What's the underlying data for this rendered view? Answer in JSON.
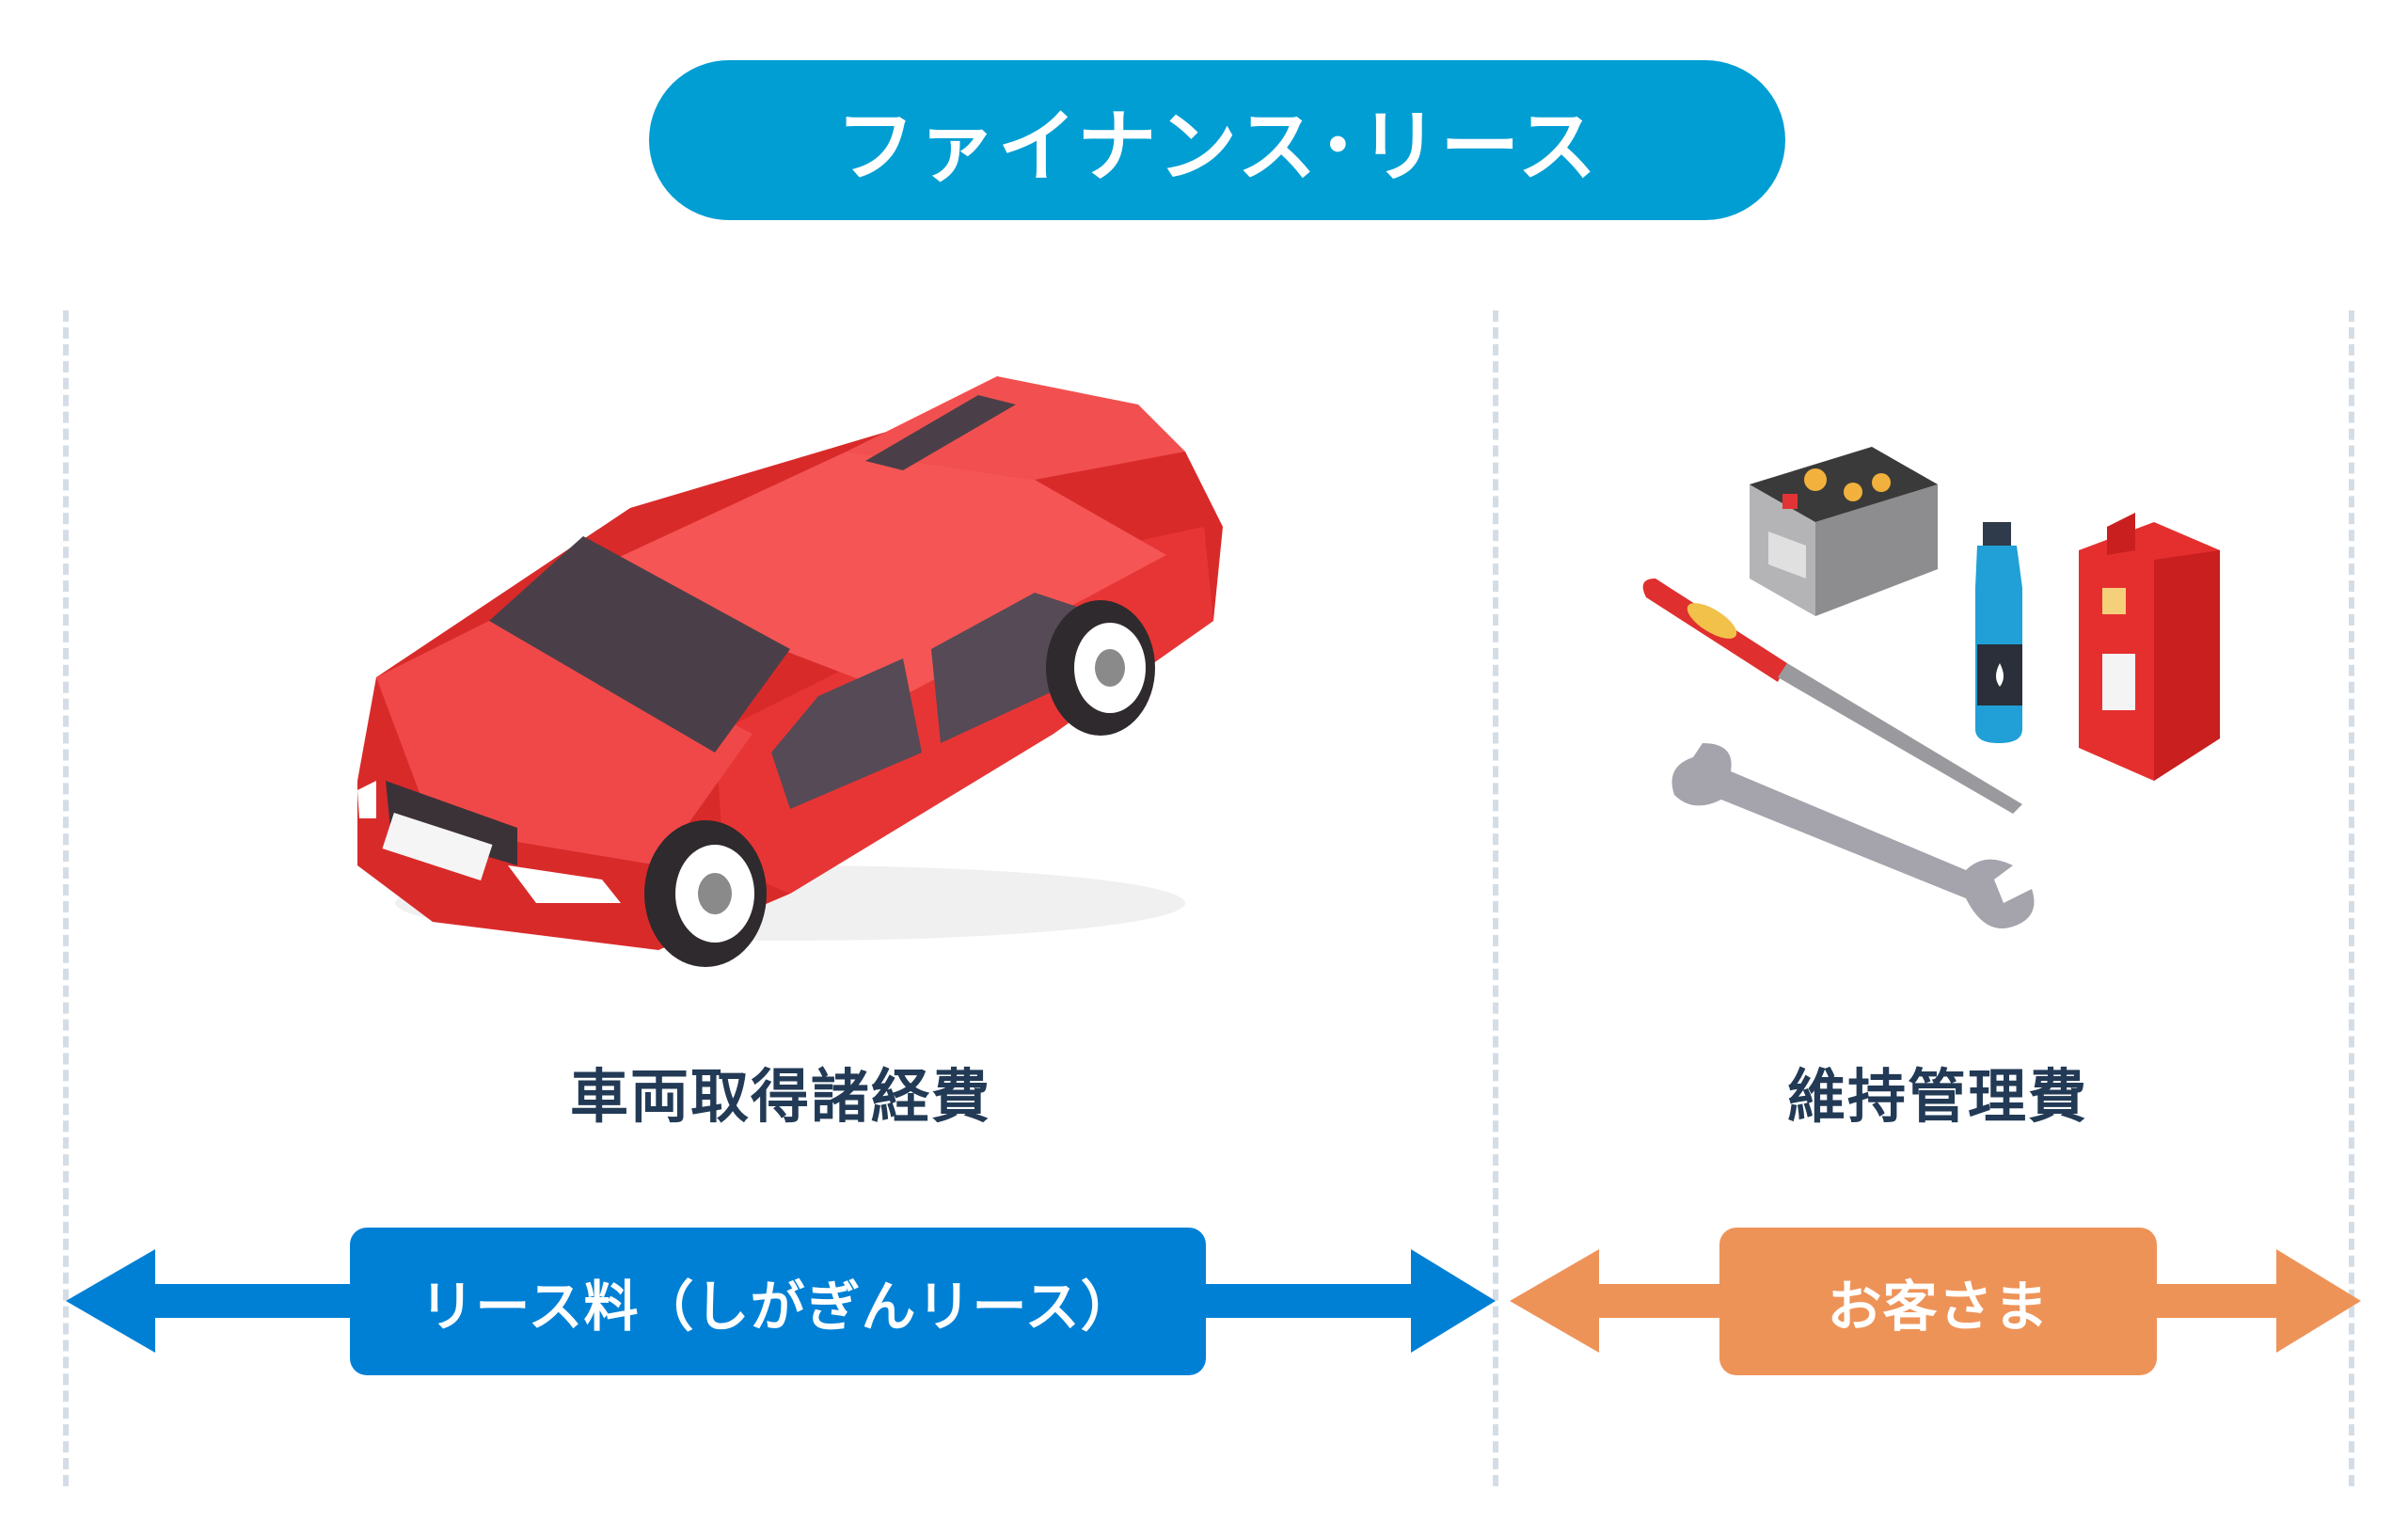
{
  "title": "ファイナンス･リース",
  "left_section": {
    "caption": "車両取得諸経費",
    "illustration_icon": "red-car-icon"
  },
  "right_section": {
    "caption": "維持管理費",
    "illustration_icons": [
      "car-battery-icon",
      "screwdriver-icon",
      "coolant-bottle-icon",
      "fuel-can-icon",
      "wrench-icon"
    ]
  },
  "left_arrow": {
    "label": "リース料（しがぎんリース）",
    "color": "#0080d5"
  },
  "right_arrow": {
    "label": "お客さま",
    "color": "#ee9358"
  },
  "colors": {
    "title_bg": "#009ed3",
    "caption_text": "#223a55",
    "divider": "#d4dde5"
  }
}
